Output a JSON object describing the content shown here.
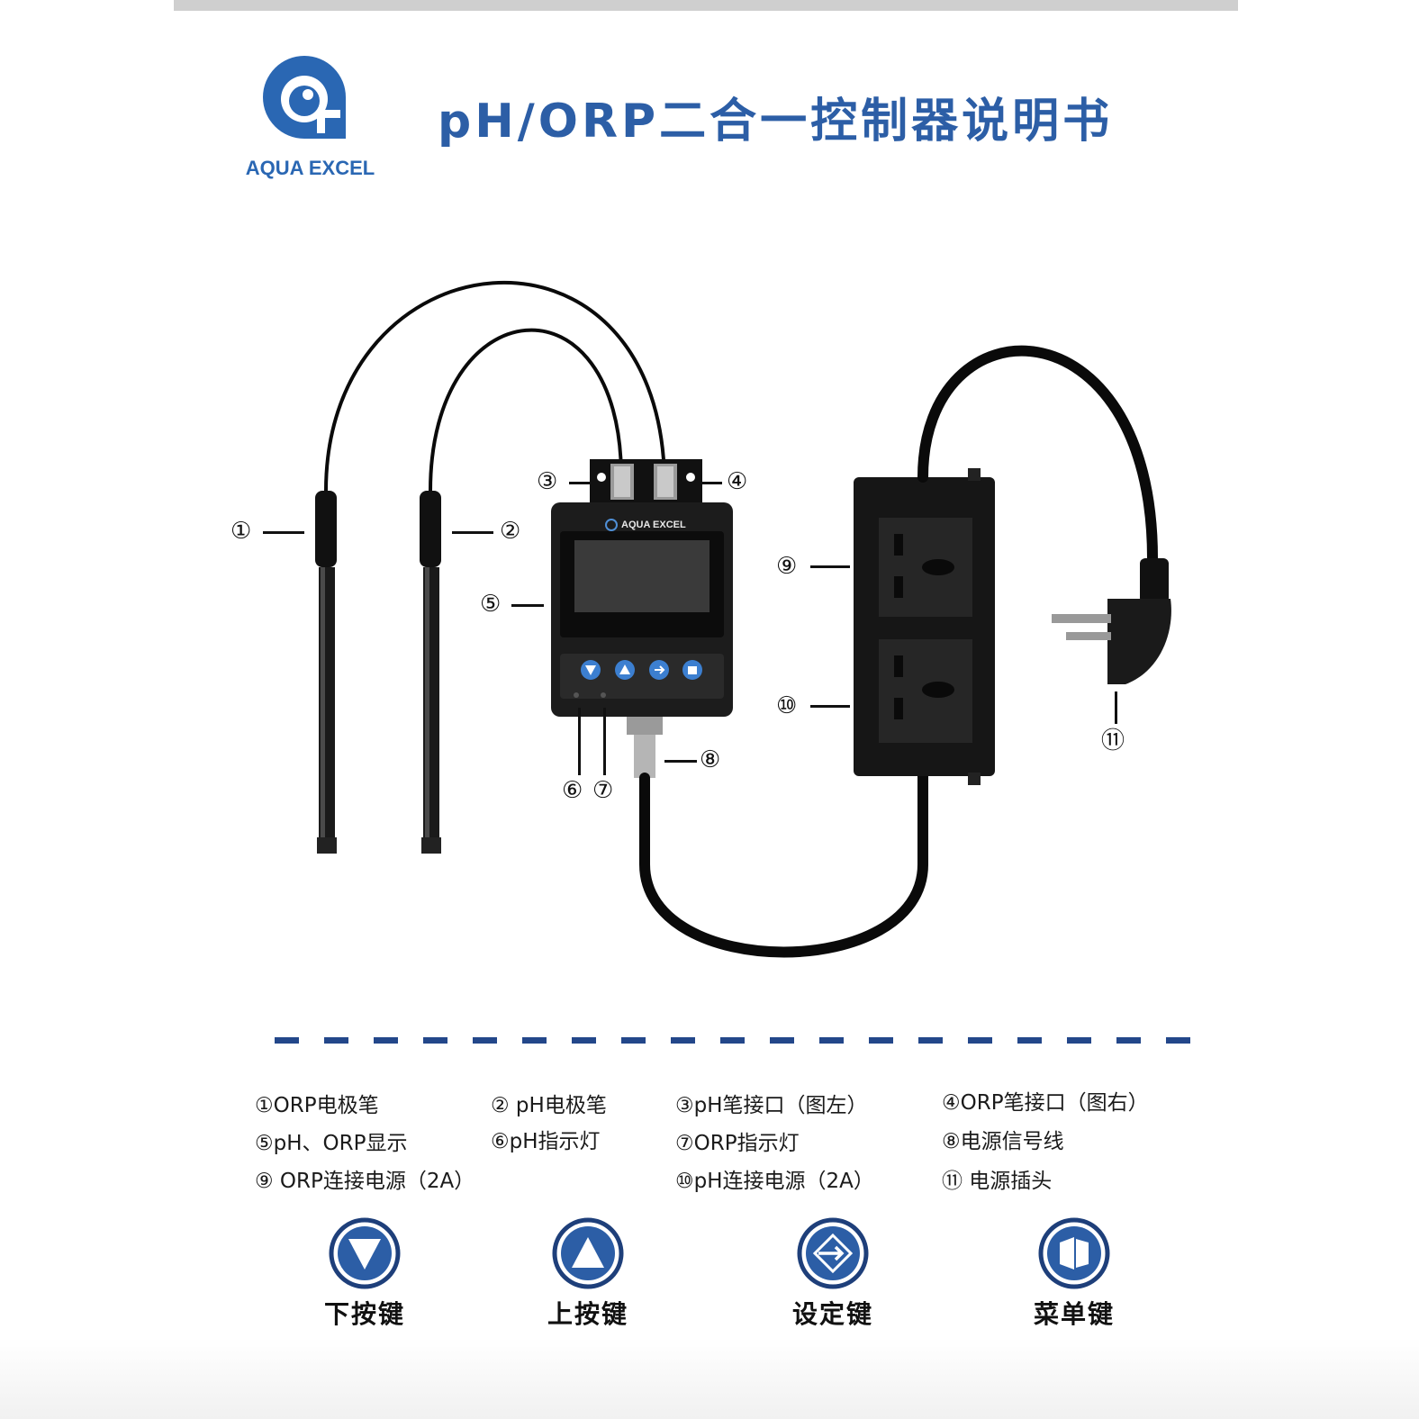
{
  "header": {
    "brand": "AQUA EXCEL",
    "title": "pH/ORP二合一控制器说明书"
  },
  "device": {
    "brand": "AQUA EXCEL"
  },
  "callouts": {
    "c1": "①",
    "c2": "②",
    "c3": "③",
    "c4": "④",
    "c5": "⑤",
    "c6": "⑥",
    "c7": "⑦",
    "c8": "⑧",
    "c9": "⑨",
    "c10": "⑩",
    "c11": "⑪"
  },
  "legend": {
    "items": [
      "①ORP电极笔",
      "② pH电极笔",
      "③pH笔接口（图左）",
      "④ORP笔接口（图右）",
      "⑤pH、ORP显示",
      "⑥pH指示灯",
      "⑦ORP指示灯",
      "⑧电源信号线",
      "⑨ ORP连接电源（2A）",
      "⑩pH连接电源（2A）",
      "⑪ 电源插头"
    ]
  },
  "keys": {
    "down": "下按键",
    "up": "上按键",
    "set": "设定键",
    "menu": "菜单键"
  },
  "colors": {
    "brand_blue": "#2c5ea6",
    "dash_blue": "#23478a",
    "device_body": "#1c1c1c"
  }
}
